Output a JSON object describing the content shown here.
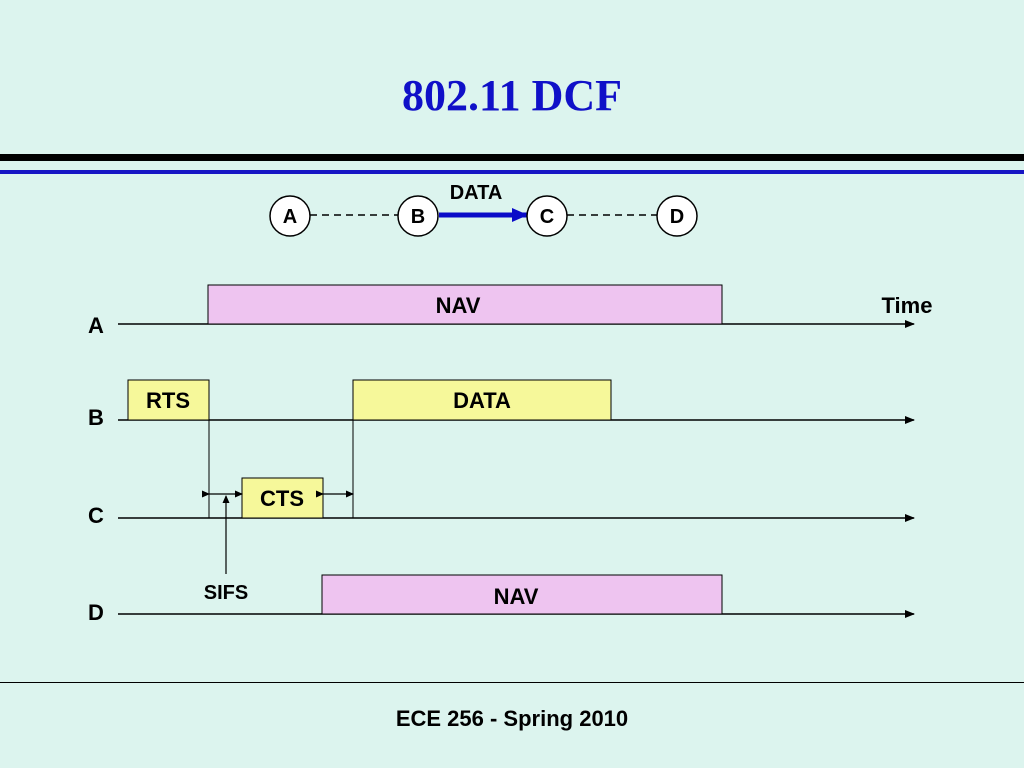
{
  "title": "802.11 DCF",
  "footer": "ECE 256 - Spring 2010",
  "topology": {
    "nodes": [
      "A",
      "B",
      "C",
      "D"
    ],
    "data_label": "DATA"
  },
  "timeline": {
    "time_label": "Time",
    "rows": [
      "A",
      "B",
      "C",
      "D"
    ],
    "frames": {
      "a_nav": "NAV",
      "b_rts": "RTS",
      "b_data": "DATA",
      "c_cts": "CTS",
      "d_nav": "NAV"
    },
    "sifs_label": "SIFS"
  },
  "colors": {
    "background": "#dcf4ee",
    "title": "#1010c8",
    "nav_fill": "#eec4f0",
    "frame_fill": "#f6f89a",
    "arrow_blue": "#0b0bc8"
  }
}
